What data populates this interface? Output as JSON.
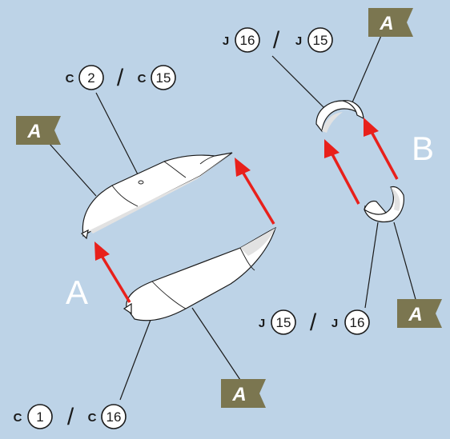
{
  "step_labels": {
    "a": "A",
    "b": "B"
  },
  "flag_letter": "A",
  "callouts": {
    "top_left": {
      "left_prefix": "C",
      "left_num": "2",
      "right_prefix": "C",
      "right_num": "15"
    },
    "bottom_left": {
      "left_prefix": "C",
      "left_num": "1",
      "right_prefix": "C",
      "right_num": "16"
    },
    "top_right": {
      "left_prefix": "J",
      "left_num": "16",
      "right_prefix": "J",
      "right_num": "15"
    },
    "bottom_right": {
      "left_prefix": "J",
      "left_num": "15",
      "right_prefix": "J",
      "right_num": "16"
    }
  },
  "separator": "/",
  "colors": {
    "background": "#bdd3e7",
    "arrow": "#e8201b",
    "flag": "#7b7650"
  }
}
